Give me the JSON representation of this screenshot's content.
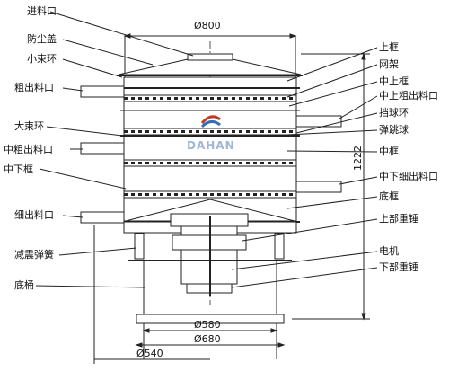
{
  "labels_left": {
    "feed_inlet": "进料口",
    "dust_cover": "防尘盖",
    "small_clamp_ring": "小束环",
    "coarse_outlet": "粗出料口",
    "large_clamp_ring": "大束环",
    "mid_coarse_outlet": "中粗出料口",
    "mid_lower_frame": "中下框",
    "fine_outlet": "细出料口",
    "damping_spring": "减震弹簧",
    "base": "底桶"
  },
  "labels_right": {
    "upper_frame": "上框",
    "screen_frame": "网架",
    "mid_upper_frame": "中上框",
    "mid_upper_coarse_outlet": "中上粗出料口",
    "ball_retaining_ring": "挡球环",
    "bouncing_ball": "弹跳球",
    "middle_frame": "中框",
    "mid_lower_fine_outlet": "中下细出料口",
    "bottom_frame": "底框",
    "upper_weight": "上部重锤",
    "motor": "电机",
    "lower_weight": "下部重锤"
  },
  "dimensions": {
    "top_diameter": "Ø800",
    "height": "1222",
    "d580": "Ø580",
    "d680": "Ø680",
    "d540": "Ø540"
  },
  "watermark": {
    "brand": "DAHAN",
    "color": "#9fb6d8",
    "accent": "#c0392b"
  }
}
